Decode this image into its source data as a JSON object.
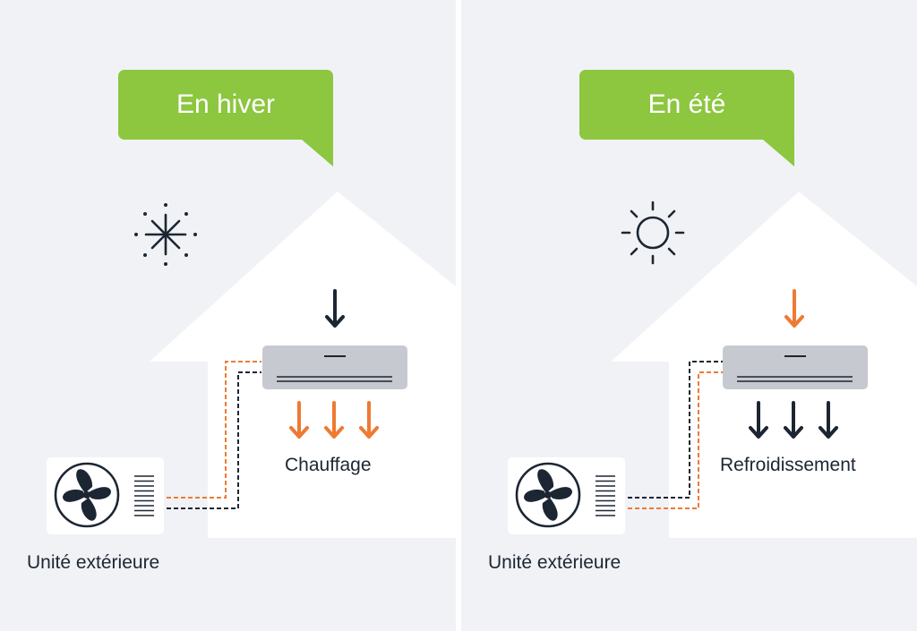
{
  "colors": {
    "panel_background": "#f1f2f6",
    "house": "#ffffff",
    "bubble": "#8dc63f",
    "bubble_text": "#ffffff",
    "dark": "#1c2633",
    "orange": "#ee7a33",
    "indoor_unit": "#c7c9d0"
  },
  "winter": {
    "title": "En hiver",
    "mode_label": "Chauffage",
    "outdoor_label": "Unité extérieure",
    "weather_icon": "snowflake-icon",
    "intake_arrow_color": "dark",
    "output_arrows_color": "orange"
  },
  "summer": {
    "title": "En été",
    "mode_label": "Refroidissement",
    "outdoor_label": "Unité extérieure",
    "weather_icon": "sun-icon",
    "intake_arrow_color": "orange",
    "output_arrows_color": "dark"
  }
}
